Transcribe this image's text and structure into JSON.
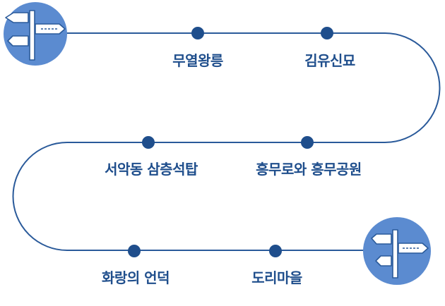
{
  "route": {
    "colors": {
      "line": "#2a5a9a",
      "dot": "#1f4e8c",
      "label": "#1f4e8c",
      "badge": "#5b8bd0",
      "sign_outline": "#2a5a9a"
    },
    "icons": {
      "start": "signpost-icon",
      "end": "signpost-icon"
    },
    "stops": [
      {
        "label": "무열왕릉"
      },
      {
        "label": "김유신묘"
      },
      {
        "label": "흥무로와 흥무공원"
      },
      {
        "label": "서악동 삼층석탑"
      },
      {
        "label": "도리마을"
      },
      {
        "label": "화랑의 언덕"
      }
    ]
  }
}
